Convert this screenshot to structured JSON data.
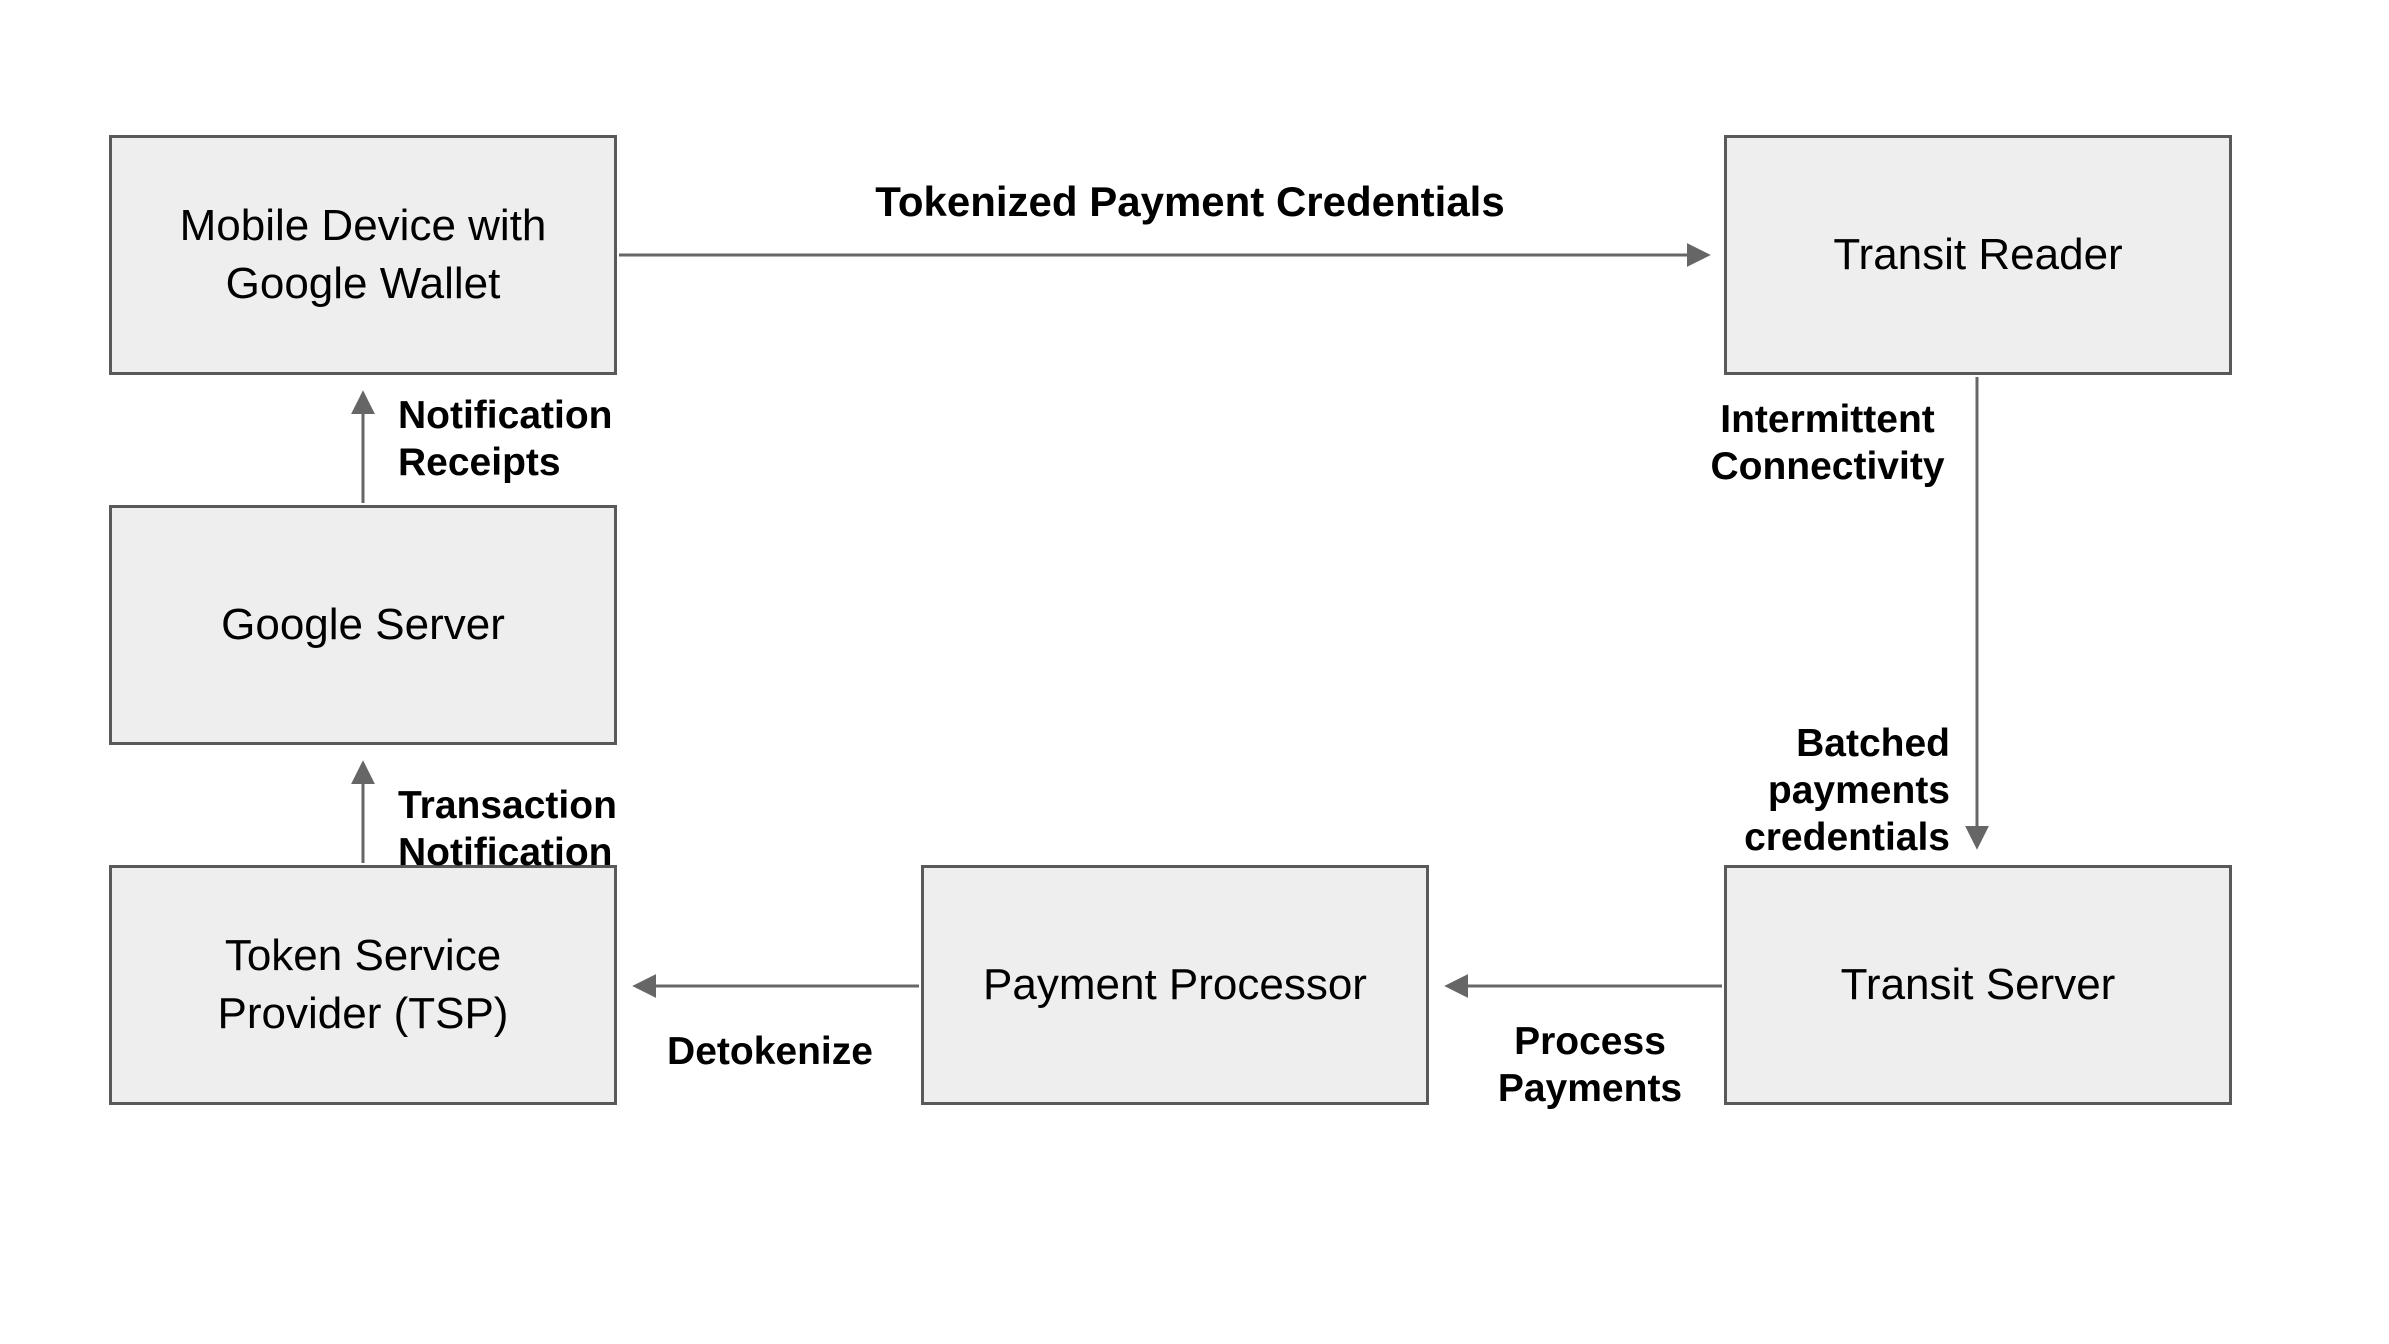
{
  "diagram": {
    "nodes": [
      {
        "id": "mobile-device",
        "label": "Mobile Device with Google Wallet"
      },
      {
        "id": "transit-reader",
        "label": "Transit Reader"
      },
      {
        "id": "google-server",
        "label": "Google Server"
      },
      {
        "id": "tsp",
        "label": "Token Service Provider (TSP)"
      },
      {
        "id": "payment-processor",
        "label": "Payment Processor"
      },
      {
        "id": "transit-server",
        "label": "Transit Server"
      }
    ],
    "edges": [
      {
        "from": "mobile-device",
        "to": "transit-reader",
        "direction": "right",
        "label": "Tokenized Payment Credentials"
      },
      {
        "from": "google-server",
        "to": "mobile-device",
        "direction": "up",
        "label": "Notification Receipts"
      },
      {
        "from": "tsp",
        "to": "google-server",
        "direction": "up",
        "label": "Transaction Notification"
      },
      {
        "from": "transit-reader",
        "to": "transit-server",
        "direction": "down",
        "label_top": "Intermittent Connectivity",
        "label_bottom": "Batched payments credentials"
      },
      {
        "from": "transit-server",
        "to": "payment-processor",
        "direction": "left",
        "label": "Process Payments"
      },
      {
        "from": "payment-processor",
        "to": "tsp",
        "direction": "left",
        "label": "Detokenize"
      }
    ],
    "colors": {
      "background": "#ffffff",
      "node_fill": "#eeeeee",
      "node_border": "#595959",
      "arrow": "#666666",
      "text": "#000000"
    }
  }
}
